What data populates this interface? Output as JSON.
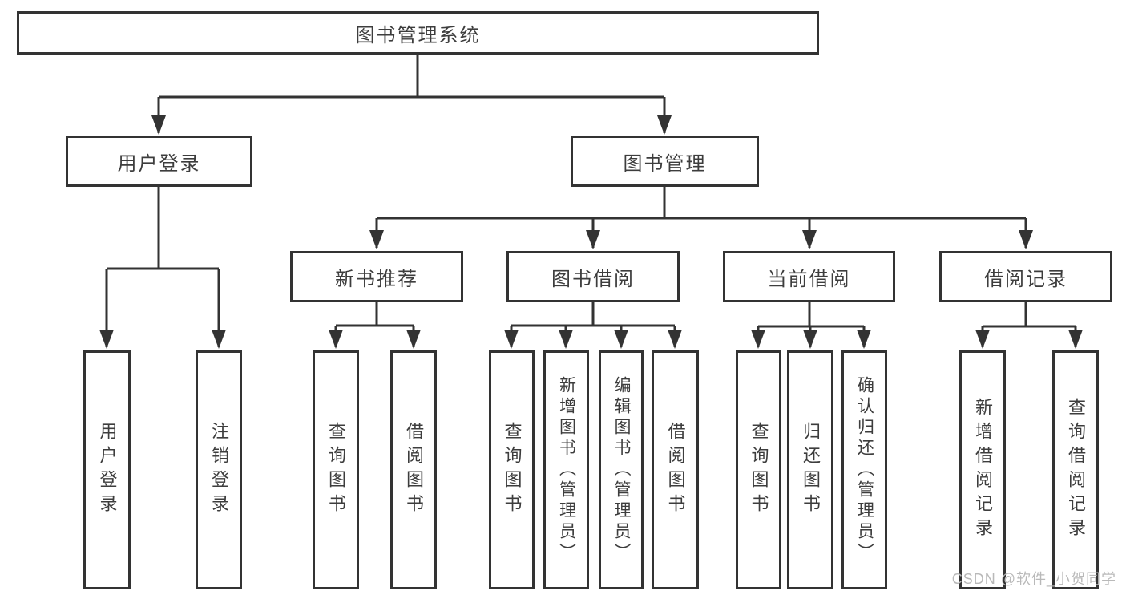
{
  "tree": {
    "root": {
      "label": "图书管理系统"
    },
    "branches": [
      {
        "label": "用户登录",
        "children": [
          {
            "label": "用户登录"
          },
          {
            "label": "注销登录"
          }
        ]
      },
      {
        "label": "图书管理",
        "children": [
          {
            "label": "新书推荐",
            "children": [
              {
                "label": "查询图书"
              },
              {
                "label": "借阅图书"
              }
            ]
          },
          {
            "label": "图书借阅",
            "children": [
              {
                "label": "查询图书"
              },
              {
                "label": "新增图书（管理员）"
              },
              {
                "label": "编辑图书（管理员）"
              },
              {
                "label": "借阅图书"
              }
            ]
          },
          {
            "label": "当前借阅",
            "children": [
              {
                "label": "查询图书"
              },
              {
                "label": "归还图书"
              },
              {
                "label": "确认归还（管理员）"
              }
            ]
          },
          {
            "label": "借阅记录",
            "children": [
              {
                "label": "新增借阅记录"
              },
              {
                "label": "查询借阅记录"
              }
            ]
          }
        ]
      }
    ]
  },
  "watermark": {
    "text": "CSDN @软件_小贺同学"
  },
  "colors": {
    "line": "#333333",
    "box_border": "#333333",
    "text": "#3d3d3d",
    "watermark": "#b9b9b9",
    "background": "#ffffff"
  }
}
